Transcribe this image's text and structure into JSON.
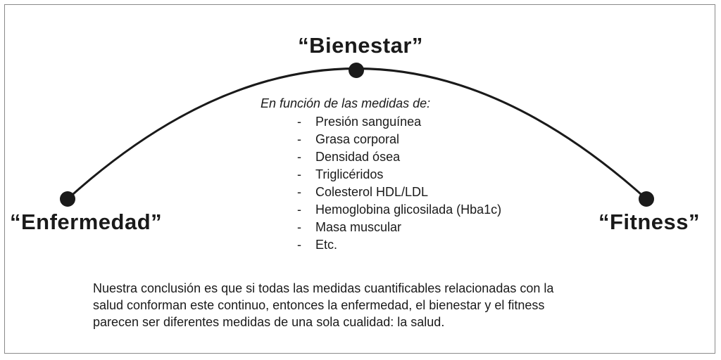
{
  "diagram": {
    "poles": {
      "top": "“Bienestar”",
      "left": "“Enfermedad”",
      "right": "“Fitness”"
    },
    "measures": {
      "intro": "En función de las medidas de:",
      "bullet": "-",
      "items": [
        "Presión sanguínea",
        "Grasa corporal",
        "Densidad ósea",
        "Triglicéridos",
        "Colesterol HDL/LDL",
        "Hemoglobina glicosilada (Hba1c)",
        "Masa muscular",
        "Etc."
      ]
    },
    "conclusion": {
      "lines": [
        "Nuestra conclusión es que si todas las medidas cuantificables relacionadas con la",
        "salud conforman este continuo, entonces la enfermedad, el bienestar y el fitness",
        "parecen ser diferentes medidas de una sola cualidad: la salud."
      ]
    },
    "colors": {
      "stroke": "#1a1a1a",
      "border": "#8a8a8a"
    }
  }
}
